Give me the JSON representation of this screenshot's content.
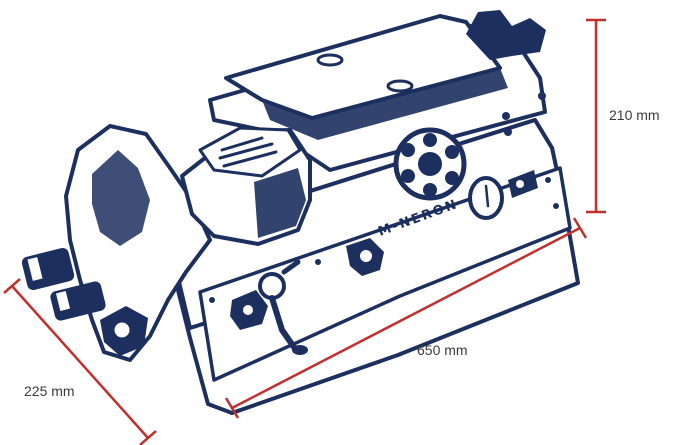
{
  "colors": {
    "machine_ink": "#1c2f5e",
    "machine_fill": "#ffffff",
    "dimension_line": "#c0302e",
    "label_text": "#3a3a3a"
  },
  "dimensions": {
    "height": "210 mm",
    "length": "650 mm",
    "depth": "225 mm"
  },
  "machine": {
    "brand_text": "M-NERON"
  }
}
